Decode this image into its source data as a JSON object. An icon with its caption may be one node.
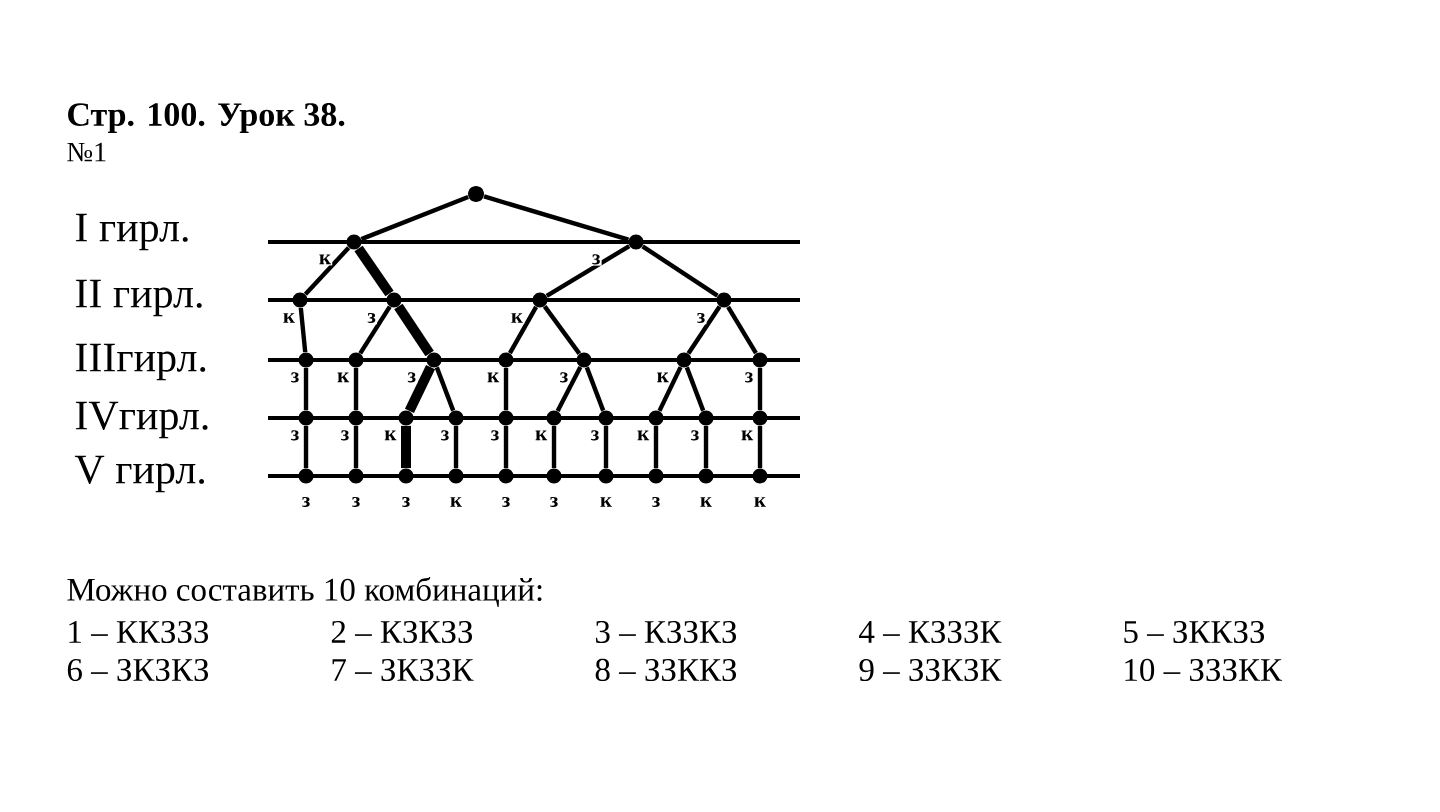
{
  "diagram": {
    "title": "Стр. 100. Урок 38.",
    "nodes": [
      {
        "text": [],
        "shape": "circle"
      },
      {
        "text": [],
        "shape": "circle"
      },
      {
        "text": [],
        "shape": "circle"
      },
      {
        "text": [],
        "shape": "circle"
      },
      {
        "text": [],
        "shape": "circle"
      },
      {
        "text": [],
        "shape": "circle"
      },
      {
        "text": [],
        "shape": "circle"
      },
      {
        "text": [],
        "shape": "circle"
      },
      {
        "text": [],
        "shape": "circle"
      },
      {
        "text": [],
        "shape": "circle"
      },
      {
        "text": [],
        "shape": "circle"
      },
      {
        "text": [],
        "shape": "circle"
      },
      {
        "text": [],
        "shape": "circle"
      },
      {
        "text": [],
        "shape": "circle"
      },
      {
        "text": [],
        "shape": "circle"
      },
      {
        "text": [],
        "shape": "circle"
      },
      {
        "text": [],
        "shape": "circle"
      },
      {
        "text": [],
        "shape": "circle"
      },
      {
        "text": [],
        "shape": "circle"
      },
      {
        "text": [],
        "shape": "circle"
      },
      {
        "text": [],
        "shape": "circle"
      },
      {
        "text": [],
        "shape": "circle"
      },
      {
        "text": [],
        "shape": "circle"
      },
      {
        "text": [],
        "shape": "circle"
      },
      {
        "text": [],
        "shape": "circle",
        "beside": [
          "з"
        ]
      },
      {
        "text": [],
        "shape": "circle",
        "beside": [
          "з"
        ]
      },
      {
        "text": [],
        "shape": "circle",
        "beside": [
          "з"
        ]
      },
      {
        "text": [],
        "shape": "circle",
        "beside": [
          "к"
        ]
      },
      {
        "text": [],
        "shape": "circle",
        "beside": [
          "з"
        ]
      },
      {
        "text": [],
        "shape": "circle",
        "beside": [
          "з"
        ]
      },
      {
        "text": [],
        "shape": "circle",
        "beside": [
          "к"
        ]
      },
      {
        "text": [],
        "shape": "circle",
        "beside": [
          "з"
        ]
      },
      {
        "text": [],
        "shape": "circle",
        "beside": [
          "к"
        ]
      },
      {
        "text": [],
        "shape": "circle",
        "beside": [
          "к"
        ]
      }
    ],
    "edges": [
      {
        "from": 0,
        "to": 1,
        "arrow": "none"
      },
      {
        "from": 0,
        "to": 2,
        "arrow": "none"
      },
      {
        "from": 1,
        "to": 3,
        "arrow": "none",
        "label": "к"
      },
      {
        "from": 1,
        "to": 4,
        "arrow": "none",
        "style": "thick"
      },
      {
        "from": 2,
        "to": 5,
        "arrow": "none",
        "label": "з"
      },
      {
        "from": 2,
        "to": 6,
        "arrow": "none"
      },
      {
        "from": 3,
        "to": 7,
        "arrow": "none",
        "label": "к"
      },
      {
        "from": 4,
        "to": 8,
        "arrow": "none",
        "label": "з"
      },
      {
        "from": 4,
        "to": 9,
        "arrow": "none",
        "style": "thick"
      },
      {
        "from": 5,
        "to": 10,
        "arrow": "none",
        "label": "к"
      },
      {
        "from": 5,
        "to": 11,
        "arrow": "none"
      },
      {
        "from": 6,
        "to": 12,
        "arrow": "none",
        "label": "з"
      },
      {
        "from": 6,
        "to": 13,
        "arrow": "none"
      },
      {
        "from": 7,
        "to": 14,
        "arrow": "none",
        "label": "з"
      },
      {
        "from": 8,
        "to": 15,
        "arrow": "none",
        "label": "к"
      },
      {
        "from": 9,
        "to": 16,
        "arrow": "none",
        "label": "з",
        "style": "thick"
      },
      {
        "from": 9,
        "to": 17,
        "arrow": "none"
      },
      {
        "from": 10,
        "to": 18,
        "arrow": "none",
        "label": "к"
      },
      {
        "from": 11,
        "to": 19,
        "arrow": "none",
        "label": "з"
      },
      {
        "from": 11,
        "to": 20,
        "arrow": "none"
      },
      {
        "from": 12,
        "to": 21,
        "arrow": "none",
        "label": "к"
      },
      {
        "from": 12,
        "to": 22,
        "arrow": "none"
      },
      {
        "from": 13,
        "to": 23,
        "arrow": "none",
        "label": "з"
      },
      {
        "from": 14,
        "to": 24,
        "arrow": "none",
        "label": "з"
      },
      {
        "from": 15,
        "to": 25,
        "arrow": "none",
        "label": "з"
      },
      {
        "from": 16,
        "to": 26,
        "arrow": "none",
        "label": "к",
        "style": "thick"
      },
      {
        "from": 17,
        "to": 27,
        "arrow": "none",
        "label": "з"
      },
      {
        "from": 18,
        "to": 28,
        "arrow": "none",
        "label": "з"
      },
      {
        "from": 19,
        "to": 29,
        "arrow": "none",
        "label": "к"
      },
      {
        "from": 20,
        "to": 30,
        "arrow": "none",
        "label": "з"
      },
      {
        "from": 21,
        "to": 31,
        "arrow": "none",
        "label": "к"
      },
      {
        "from": 22,
        "to": 32,
        "arrow": "none",
        "label": "з"
      },
      {
        "from": 23,
        "to": 33,
        "arrow": "none",
        "label": "к"
      }
    ],
    "labels": [
      "№1",
      "I гирл.",
      "II гирл.",
      "IIIгирл.",
      "IVгирл.",
      "V гирл.",
      "Можно составить 10 комбинаций:",
      "1 – ККЗЗЗ",
      "2 – КЗКЗЗ",
      "3 – КЗЗКЗ",
      "4 – КЗЗЗК",
      "5 – ЗККЗЗ",
      "6 – ЗКЗКЗ",
      "7 – ЗКЗЗК",
      "8 – ЗЗККЗ",
      "9 – ЗЗКЗК",
      "10 – ЗЗЗКК"
    ]
  }
}
